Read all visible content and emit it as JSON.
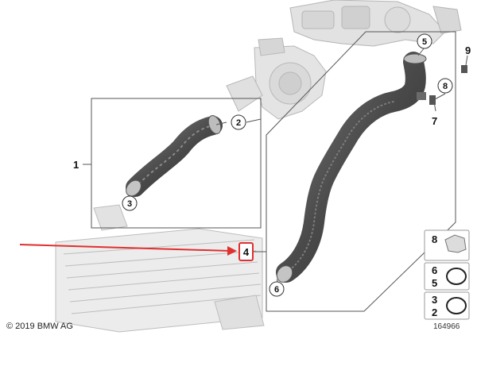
{
  "callouts": {
    "c1": "1",
    "c2": "2",
    "c3": "3",
    "c4": "4",
    "c5": "5",
    "c6": "6",
    "c7": "7",
    "c8": "8",
    "c9": "9"
  },
  "legend": {
    "row1": "8",
    "row2_top": "6",
    "row2_bottom": "5",
    "row3_top": "3",
    "row3_bottom": "2"
  },
  "copyright": "© 2019 BMW AG",
  "diagram_number": "164966",
  "colors": {
    "highlight": "#e03030",
    "hose": "#5a5a5a",
    "ghost": "#d8d8d8"
  }
}
